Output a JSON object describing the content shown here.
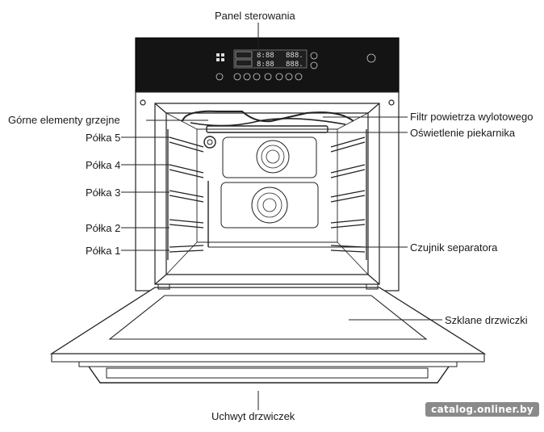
{
  "labels": {
    "panel": "Panel sterowania",
    "heaters": "Górne elementy grzejne",
    "filter": "Filtr powietrza wylotowego",
    "light": "Oświetlenie piekarnika",
    "shelf5": "Półka 5",
    "shelf4": "Półka 4",
    "shelf3": "Półka 3",
    "shelf2": "Półka 2",
    "shelf1": "Półka 1",
    "sensor": "Czujnik separatora",
    "door": "Szklane drzwiczki",
    "handle": "Uchwyt drzwiczek"
  },
  "display": {
    "left_top": "8:88",
    "left_bottom": "8:88",
    "right_top": "888.",
    "right_bottom": "888."
  },
  "watermark": "catalog.onliner.by"
}
